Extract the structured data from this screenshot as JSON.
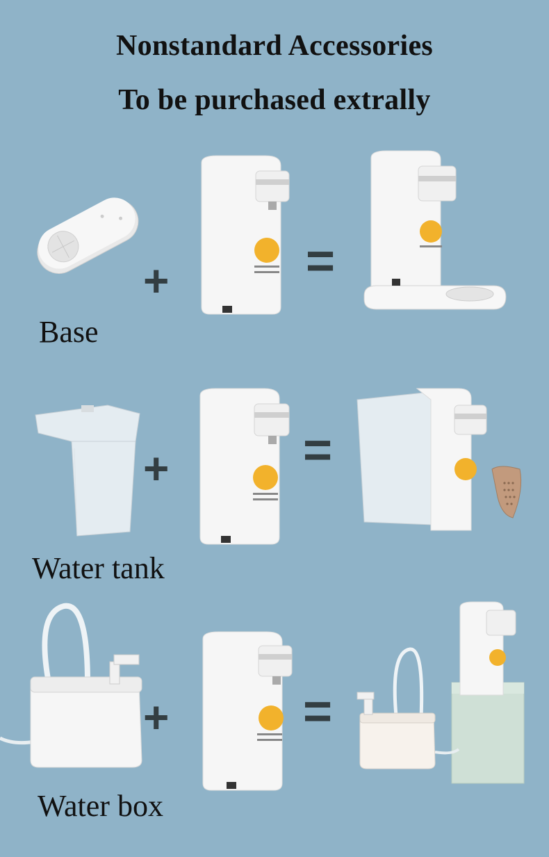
{
  "header": {
    "title_line1": "Nonstandard Accessories",
    "title_line2": "To be purchased extrally"
  },
  "rows": [
    {
      "label": "Base",
      "operator_plus": "+",
      "operator_equals": "="
    },
    {
      "label": "Water tank",
      "operator_plus": "+",
      "operator_equals": "="
    },
    {
      "label": "Water box",
      "operator_plus": "+",
      "operator_equals": "="
    }
  ],
  "colors": {
    "background": "#8fb3c8",
    "appliance_white": "#f4f4f4",
    "badge_orange": "#f2b22c"
  }
}
